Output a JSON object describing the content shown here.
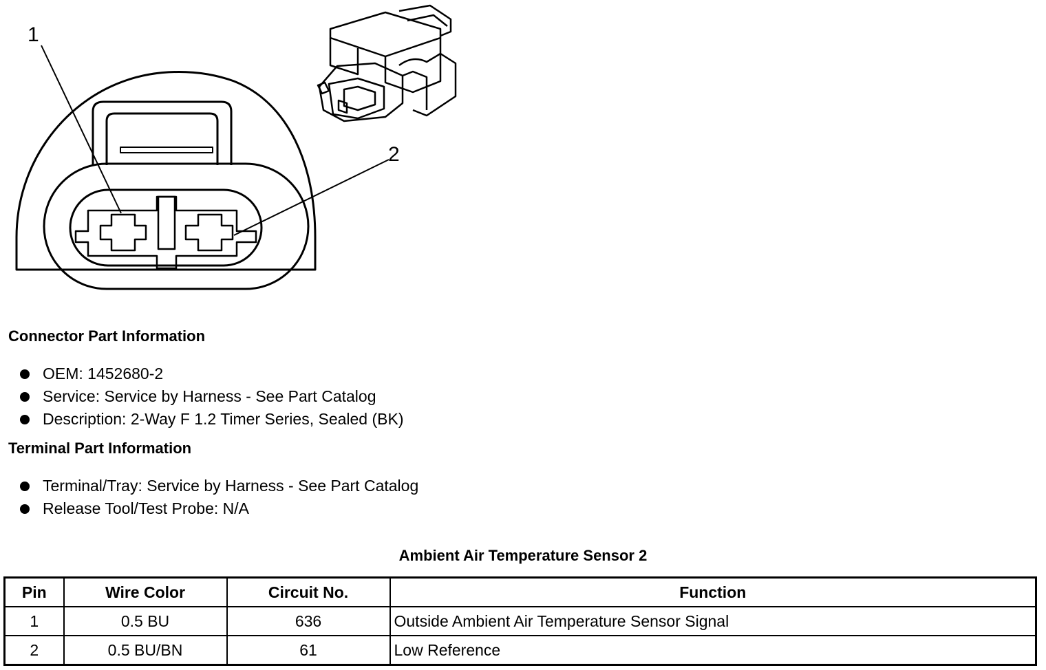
{
  "callouts": {
    "one": "1",
    "two": "2"
  },
  "connector_info": {
    "heading": "Connector Part Information",
    "items": [
      "OEM: 1452680-2",
      "Service: Service by Harness - See Part Catalog",
      "Description: 2-Way F 1.2 Timer Series, Sealed (BK)"
    ]
  },
  "terminal_info": {
    "heading": "Terminal Part Information",
    "items": [
      "Terminal/Tray: Service by Harness - See Part Catalog",
      "Release Tool/Test Probe: N/A"
    ]
  },
  "pin_table": {
    "title": "Ambient Air Temperature Sensor 2",
    "headers": {
      "pin": "Pin",
      "wire_color": "Wire Color",
      "circuit": "Circuit No.",
      "function": "Function"
    },
    "rows": [
      {
        "pin": "1",
        "wire_color": "0.5 BU",
        "circuit": "636",
        "function": "Outside Ambient Air Temperature Sensor Signal"
      },
      {
        "pin": "2",
        "wire_color": "0.5 BU/BN",
        "circuit": "61",
        "function": "Low Reference"
      }
    ]
  }
}
